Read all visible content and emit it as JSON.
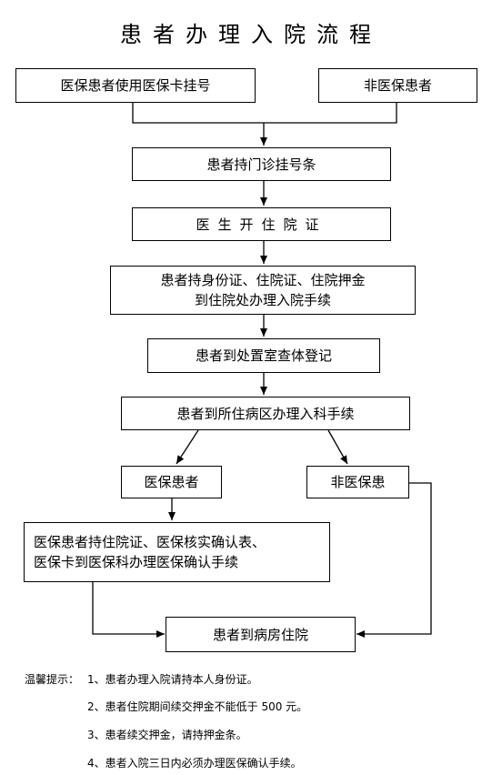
{
  "title": "患者办理入院流程",
  "boxes": {
    "insured_register": "医保患者使用医保卡挂号",
    "non_insured_start": "非医保患者",
    "outpatient_slip": "患者持门诊挂号条",
    "doctor_certificate": "医生开住院证",
    "admission_office_1": "患者持身份证、住院证、住院押金",
    "admission_office_2": "到住院处办理入院手续",
    "physical_exam": "患者到处置室查体登记",
    "ward_procedure": "患者到所住病区办理入科手续",
    "insured_patient": "医保患者",
    "non_insured_patient": "非医保患",
    "insured_confirm_1": "医保患者持住院证、医保核实确认表、",
    "insured_confirm_2": "医保卡到医保科办理医保确认手续",
    "go_to_ward": "患者到病房住院"
  },
  "notes": {
    "label": "温馨提示：",
    "item1": "1、患者办理入院请持本人身份证。",
    "item2": "2、患者住院期间续交押金不能低于 500 元。",
    "item3": "3、患者续交押金，请持押金条。",
    "item4": "4、患者入院三日内必须办理医保确认手续。"
  }
}
